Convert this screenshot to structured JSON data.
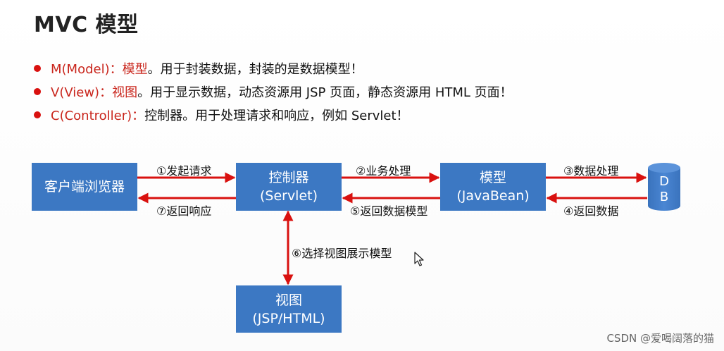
{
  "title": "MVC 模型",
  "bullets": [
    {
      "term": "M(Model)：模型",
      "desc": "。用于封装数据，封装的是数据模型！",
      "term_colored": true
    },
    {
      "term": "V(View)：视图",
      "desc": "。用于显示数据，动态资源用 JSP 页面，静态资源用 HTML 页面！",
      "term_colored": true
    },
    {
      "term": "C(Controller)：",
      "desc": "控制器。用于处理请求和响应，例如 Servlet！",
      "term_colored": true
    }
  ],
  "nodes": {
    "browser": {
      "line1": "客户端浏览器",
      "line2": ""
    },
    "controller": {
      "line1": "控制器",
      "line2": "(Servlet)"
    },
    "model": {
      "line1": "模型",
      "line2": "(JavaBean)"
    },
    "db": {
      "line1": "D",
      "line2": "B"
    },
    "view": {
      "line1": "视图",
      "line2": "(JSP/HTML)"
    }
  },
  "edges": {
    "e1": "①发起请求",
    "e2": "②业务处理",
    "e3": "③数据处理",
    "e4": "④返回数据",
    "e5": "⑤返回数据模型",
    "e6": "⑥选择视图展示模型",
    "e7": "⑦返回响应"
  },
  "watermark": "CSDN @爱喝阔落的猫",
  "colors": {
    "box": "#3c78c3",
    "arrow": "#d9110f",
    "bullet": "#d9110f",
    "term": "#c9251c"
  }
}
